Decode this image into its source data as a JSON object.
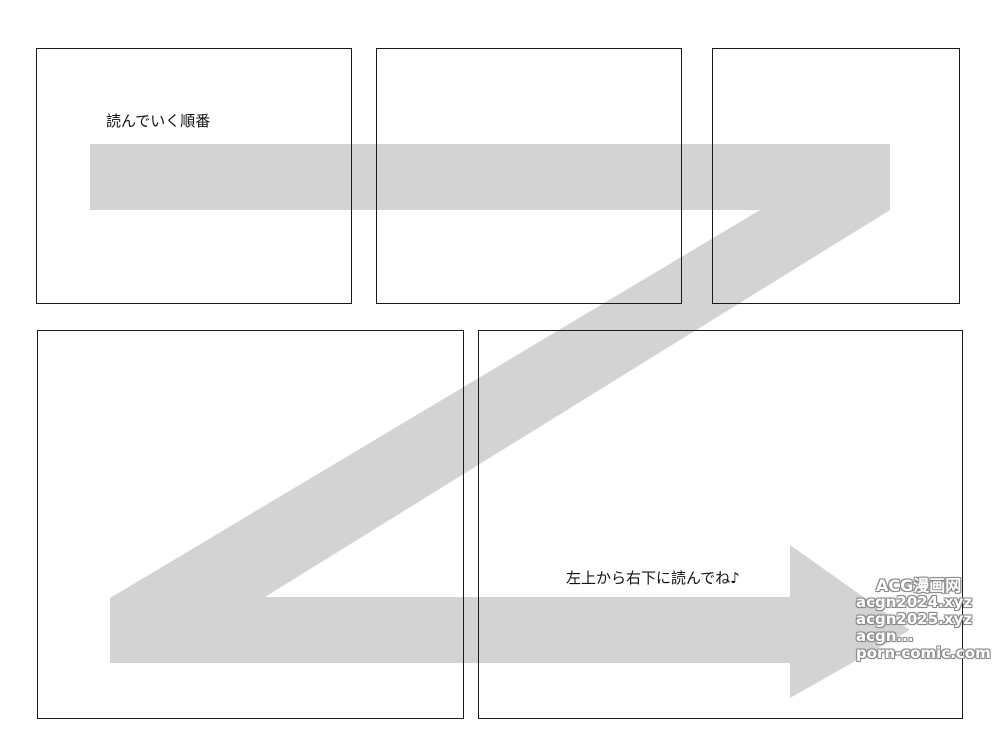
{
  "captions": {
    "top": "読んでいく順番",
    "bottom": "左上から右下に読んでね♪"
  },
  "arrow_color": "#d3d3d3",
  "panel_border_color": "#1a1a1a",
  "panel_count": 5,
  "watermark": {
    "brand": "ACG漫画网",
    "lines": [
      "acgn2024.xyz",
      "acgn2025.xyz",
      "acgn...",
      "porn-comic.com"
    ]
  }
}
